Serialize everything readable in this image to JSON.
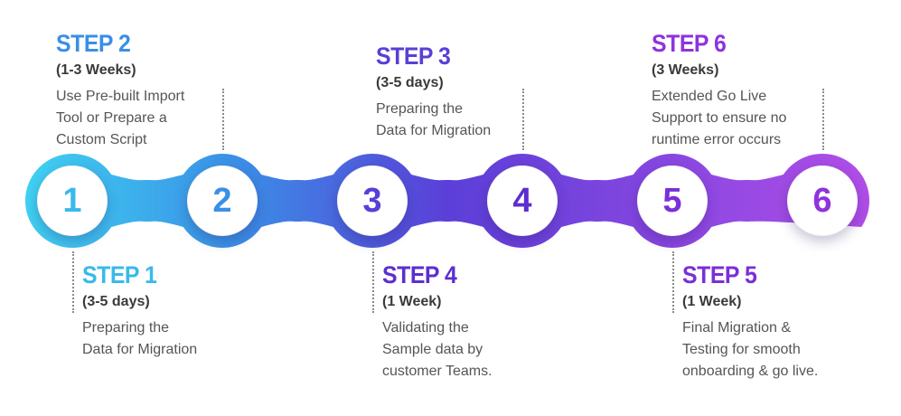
{
  "steps": [
    {
      "number": "1",
      "title": "STEP 1",
      "duration": "(3-5 days)",
      "description": "Preparing the\nData for Migration",
      "color": "#3ab9ea"
    },
    {
      "number": "2",
      "title": "STEP 2",
      "duration": "(1-3 Weeks)",
      "description": "Use Pre-built Import\nTool or Prepare a\nCustom Script",
      "color": "#3a8fe6"
    },
    {
      "number": "3",
      "title": "STEP 3",
      "duration": "(3-5 days)",
      "description": "Preparing the\nData for Migration",
      "color": "#5a3fd6"
    },
    {
      "number": "4",
      "title": "STEP 4",
      "duration": "(1 Week)",
      "description": "Validating the\nSample data by\ncustomer Teams.",
      "color": "#5d2ed0"
    },
    {
      "number": "5",
      "title": "STEP 5",
      "duration": "(1 Week)",
      "description": "Final Migration &\nTesting for smooth\nonboarding & go live.",
      "color": "#7a2fd8"
    },
    {
      "number": "6",
      "title": "STEP 6",
      "duration": "(3 Weeks)",
      "description": "Extended Go Live\nSupport to ensure no\nruntime error occurs",
      "color": "#8f33dd"
    }
  ],
  "band_colors": {
    "start": "#3fd2f2",
    "mid1": "#3a8fe6",
    "mid2": "#5b3fd8",
    "end": "#b14ee8"
  }
}
